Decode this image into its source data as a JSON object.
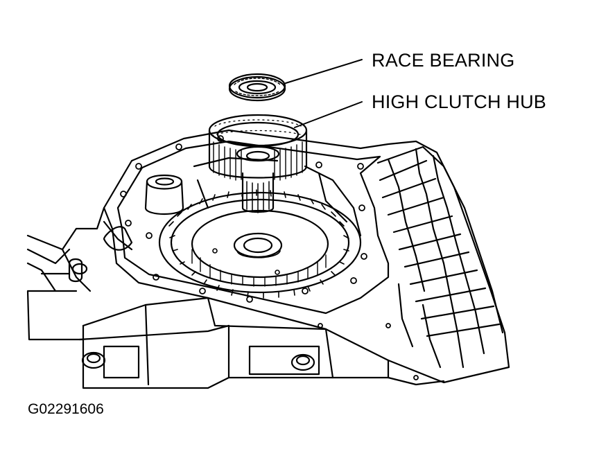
{
  "callouts": {
    "race_bearing": "RACE BEARING",
    "high_clutch_hub": "HIGH CLUTCH HUB"
  },
  "figure_code": "G02291606",
  "colors": {
    "ink": "#000000",
    "paper": "#ffffff"
  }
}
